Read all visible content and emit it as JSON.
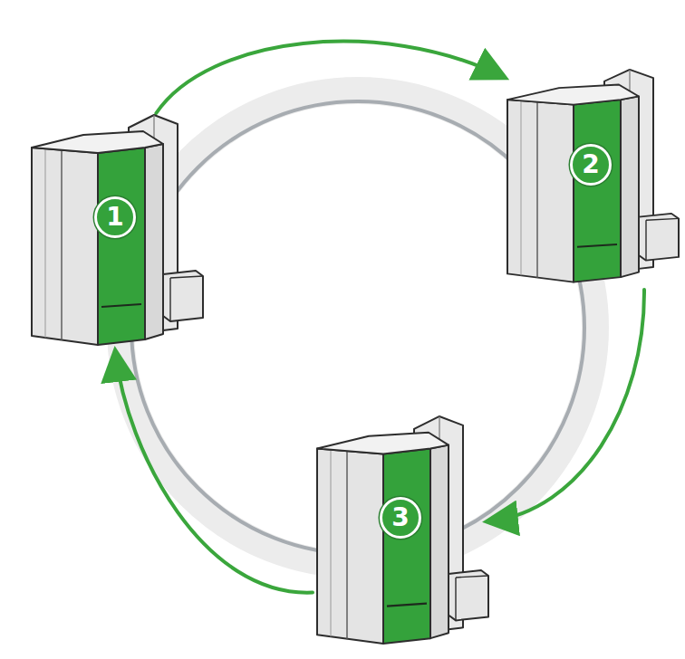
{
  "diagram": {
    "nodes": [
      {
        "text": [
          "1"
        ]
      },
      {
        "text": [
          "2"
        ]
      },
      {
        "text": [
          "3"
        ]
      }
    ],
    "edges": [
      {
        "from": 0,
        "to": 1,
        "arrow": "to"
      },
      {
        "from": 1,
        "to": 2,
        "arrow": "to"
      },
      {
        "from": 2,
        "to": 0,
        "arrow": "to"
      }
    ]
  }
}
